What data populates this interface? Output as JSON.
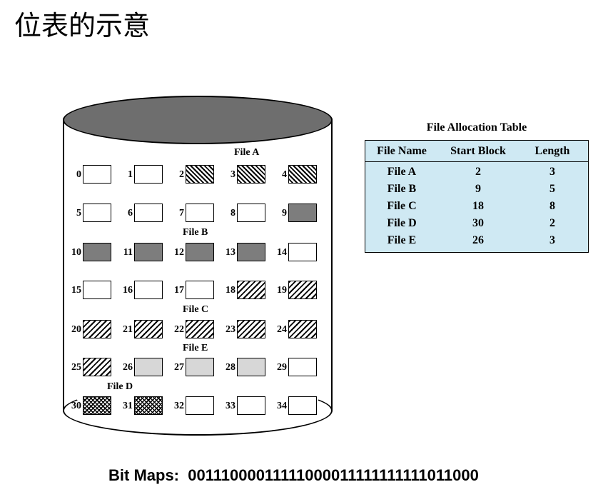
{
  "title": "位表的示意",
  "disk": {
    "blocks": [
      {
        "n": "0",
        "fill": "none"
      },
      {
        "n": "1",
        "fill": "none"
      },
      {
        "n": "2",
        "fill": "A"
      },
      {
        "n": "3",
        "fill": "A"
      },
      {
        "n": "4",
        "fill": "A"
      },
      {
        "n": "5",
        "fill": "none"
      },
      {
        "n": "6",
        "fill": "none"
      },
      {
        "n": "7",
        "fill": "none"
      },
      {
        "n": "8",
        "fill": "none"
      },
      {
        "n": "9",
        "fill": "B"
      },
      {
        "n": "10",
        "fill": "B"
      },
      {
        "n": "11",
        "fill": "B"
      },
      {
        "n": "12",
        "fill": "B"
      },
      {
        "n": "13",
        "fill": "B"
      },
      {
        "n": "14",
        "fill": "none"
      },
      {
        "n": "15",
        "fill": "none"
      },
      {
        "n": "16",
        "fill": "none"
      },
      {
        "n": "17",
        "fill": "none"
      },
      {
        "n": "18",
        "fill": "C"
      },
      {
        "n": "19",
        "fill": "C"
      },
      {
        "n": "20",
        "fill": "C"
      },
      {
        "n": "21",
        "fill": "C"
      },
      {
        "n": "22",
        "fill": "C"
      },
      {
        "n": "23",
        "fill": "C"
      },
      {
        "n": "24",
        "fill": "C"
      },
      {
        "n": "25",
        "fill": "C"
      },
      {
        "n": "26",
        "fill": "E"
      },
      {
        "n": "27",
        "fill": "E"
      },
      {
        "n": "28",
        "fill": "E"
      },
      {
        "n": "29",
        "fill": "none"
      },
      {
        "n": "30",
        "fill": "D"
      },
      {
        "n": "31",
        "fill": "D"
      },
      {
        "n": "32",
        "fill": "none"
      },
      {
        "n": "33",
        "fill": "none"
      },
      {
        "n": "34",
        "fill": "none"
      }
    ],
    "file_labels": {
      "a": "File A",
      "b": "File B",
      "c": "File C",
      "d": "File D",
      "e": "File E"
    }
  },
  "fat": {
    "title": "File Allocation Table",
    "headers": [
      "File Name",
      "Start Block",
      "Length"
    ],
    "rows": [
      [
        "File A",
        "2",
        "3"
      ],
      [
        "File B",
        "9",
        "5"
      ],
      [
        "File C",
        "18",
        "8"
      ],
      [
        "File D",
        "30",
        "2"
      ],
      [
        "File E",
        "26",
        "3"
      ]
    ]
  },
  "bitmap": {
    "label": "Bit Maps:",
    "bits": "00111000011111000011111111111011000"
  },
  "colors": {
    "disk_top": "#6e6e6e",
    "file_b_fill": "#7d7d7d",
    "file_e_fill": "#d7d7d7",
    "table_bg": "#cfe9f3"
  }
}
